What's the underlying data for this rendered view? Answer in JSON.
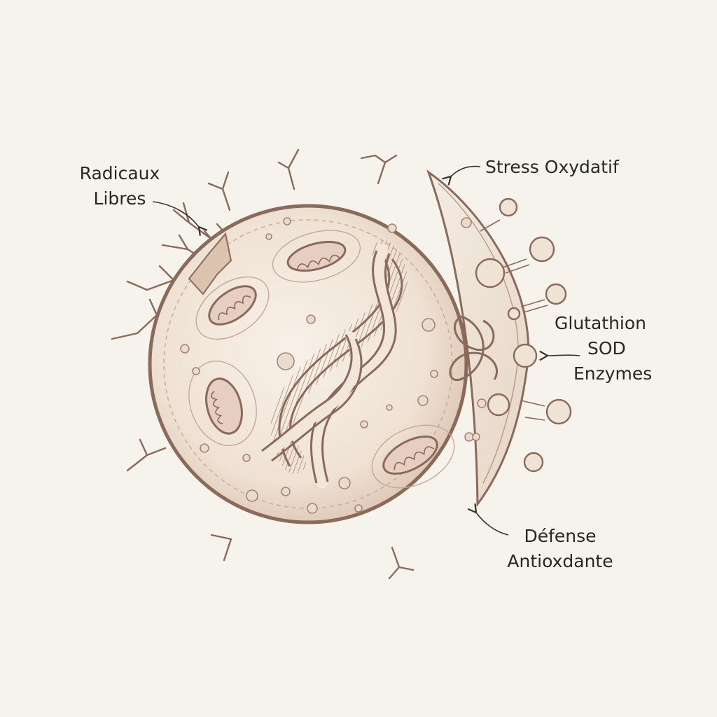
{
  "labels": {
    "free_radicals": [
      "Radicaux",
      "Libres"
    ],
    "stress": "Stress Oxydatif",
    "defense_molecules": [
      "Glutathion",
      "SOD",
      "Enzymes"
    ],
    "antioxidant_defense": [
      "Défense",
      "Antioxdante"
    ]
  },
  "colors": {
    "background": "#f6f3ec",
    "ink": "#8a6a5a",
    "cell_fill": "#efe3d6",
    "text": "#2b2724"
  }
}
